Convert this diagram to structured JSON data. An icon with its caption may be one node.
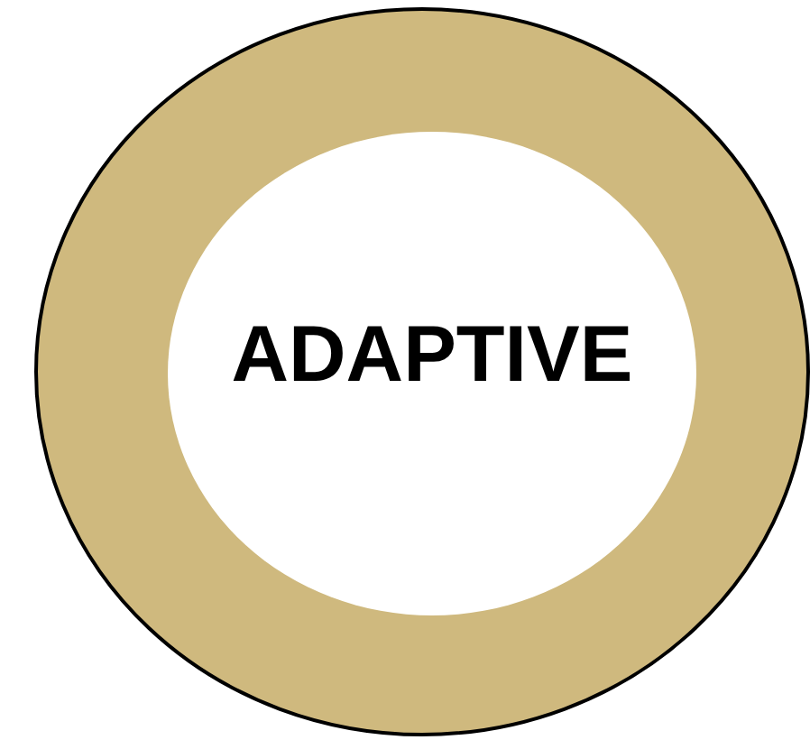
{
  "diagram": {
    "nodes": [
      {
        "text": [],
        "shape": "circle"
      },
      {
        "text": [
          "ADAPTIVE"
        ],
        "in": 0
      }
    ]
  }
}
